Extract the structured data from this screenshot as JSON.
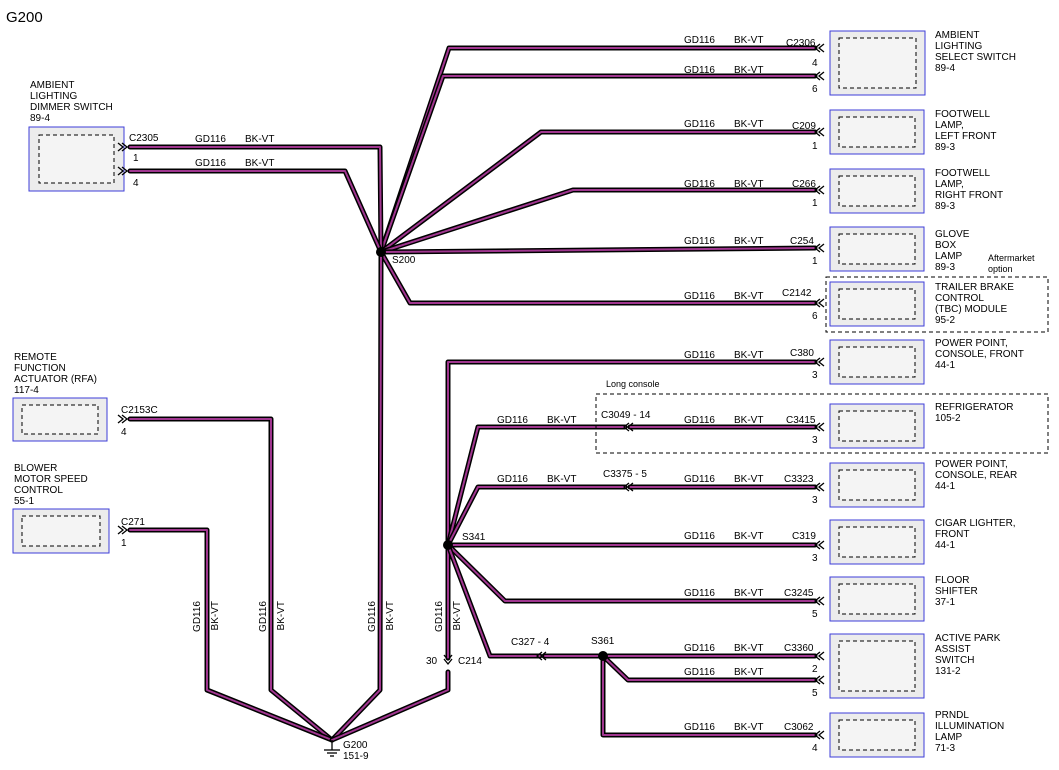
{
  "title": "G200",
  "wire": {
    "circuit": "GD116",
    "color": "BK-VT"
  },
  "left_components": {
    "dimmer": {
      "lines": [
        "AMBIENT",
        "LIGHTING",
        "DIMMER SWITCH",
        "89-4"
      ],
      "connector": "C2305",
      "pins": [
        "1",
        "4"
      ]
    },
    "rfa": {
      "lines": [
        "REMOTE",
        "FUNCTION",
        "ACTUATOR (RFA)",
        "117-4"
      ],
      "connector": "C2153C",
      "pin": "4"
    },
    "blower": {
      "lines": [
        "BLOWER",
        "MOTOR SPEED",
        "CONTROL",
        "55-1"
      ],
      "connector": "C271",
      "pin": "1"
    }
  },
  "right_components": [
    {
      "lines": [
        "AMBIENT",
        "LIGHTING",
        "SELECT SWITCH",
        "89-4"
      ],
      "connector": "C2306",
      "pins": [
        "4",
        "6"
      ]
    },
    {
      "lines": [
        "FOOTWELL",
        "LAMP,",
        "LEFT FRONT",
        "89-3"
      ],
      "connector": "C209",
      "pins": [
        "1"
      ]
    },
    {
      "lines": [
        "FOOTWELL",
        "LAMP,",
        "RIGHT FRONT",
        "89-3"
      ],
      "connector": "C266",
      "pins": [
        "1"
      ]
    },
    {
      "lines": [
        "GLOVE",
        "BOX",
        "LAMP",
        "89-3"
      ],
      "connector": "C254",
      "pins": [
        "1"
      ]
    },
    {
      "lines": [
        "TRAILER BRAKE",
        "CONTROL",
        "(TBC) MODULE",
        "95-2"
      ],
      "connector": "C2142",
      "pins": [
        "6"
      ]
    },
    {
      "lines": [
        "POWER POINT,",
        "CONSOLE, FRONT",
        "44-1"
      ],
      "connector": "C380",
      "pins": [
        "3"
      ]
    },
    {
      "lines": [
        "REFRIGERATOR",
        "105-2"
      ],
      "connector": "C3415",
      "pins": [
        "3"
      ]
    },
    {
      "lines": [
        "POWER POINT,",
        "CONSOLE, REAR",
        "44-1"
      ],
      "connector": "C3323",
      "pins": [
        "3"
      ]
    },
    {
      "lines": [
        "CIGAR LIGHTER,",
        "FRONT",
        "44-1"
      ],
      "connector": "C319",
      "pins": [
        "3"
      ]
    },
    {
      "lines": [
        "FLOOR",
        "SHIFTER",
        "37-1"
      ],
      "connector": "C3245",
      "pins": [
        "5"
      ]
    },
    {
      "lines": [
        "ACTIVE PARK",
        "ASSIST",
        "SWITCH",
        "131-2"
      ],
      "connector": "C3360",
      "pins": [
        "2",
        "5"
      ]
    },
    {
      "lines": [
        "PRNDL",
        "ILLUMINATION",
        "LAMP",
        "71-3"
      ],
      "connector": "C3062",
      "pins": [
        "4"
      ]
    }
  ],
  "aftermarket_note": [
    "Aftermarket",
    "option"
  ],
  "long_console_note": "Long console",
  "inline_connectors": {
    "c3049": "C3049 - 14",
    "c3375": "C3375 - 5",
    "c327": "C327 - 4",
    "c214": "C214",
    "c214_pin": "30"
  },
  "splices": {
    "s200": "S200",
    "s341": "S341",
    "s361": "S361"
  },
  "ground": {
    "name": "G200",
    "ref": "151-9"
  }
}
